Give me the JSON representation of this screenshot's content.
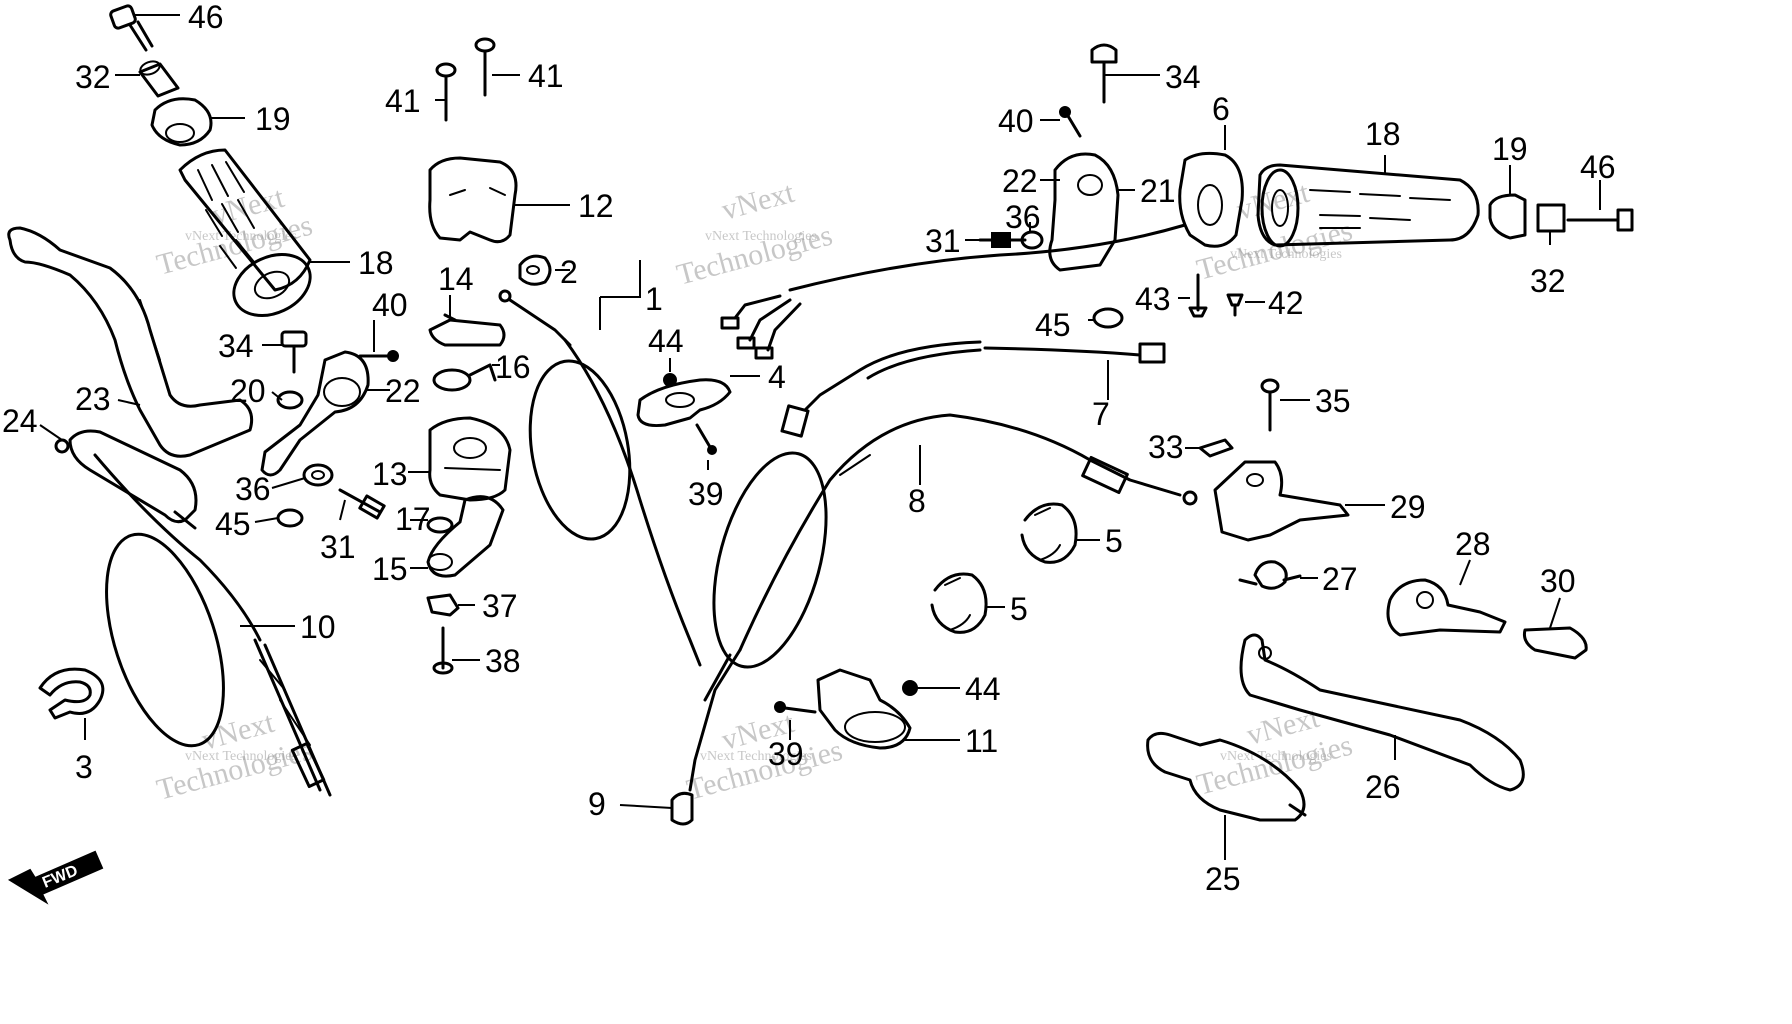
{
  "diagram": {
    "labels": {
      "p46a": "46",
      "p32a": "32",
      "p19a": "19",
      "p18a": "18",
      "p34a": "34",
      "p40a": "40",
      "p20": "20",
      "p22a": "22",
      "p23": "23",
      "p24": "24",
      "p36a": "36",
      "p45a": "45",
      "p31a": "31",
      "p10": "10",
      "p3": "3",
      "p41a": "41",
      "p41b": "41",
      "p12": "12",
      "p14": "14",
      "p16": "16",
      "p13": "13",
      "p17": "17",
      "p15": "15",
      "p37": "37",
      "p38": "38",
      "p2": "2",
      "p1": "1",
      "p44a": "44",
      "p4": "4",
      "p39a": "39",
      "p34b": "34",
      "p40b": "40",
      "p22b": "22",
      "p21": "21",
      "p36b": "36",
      "p31b": "31",
      "p6": "6",
      "p18b": "18",
      "p19b": "19",
      "p46b": "46",
      "p32b": "32",
      "p43": "43",
      "p42": "42",
      "p45b": "45",
      "p7": "7",
      "p35": "35",
      "p33": "33",
      "p29": "29",
      "p8": "8",
      "p5a": "5",
      "p5b": "5",
      "p27": "27",
      "p28": "28",
      "p30": "30",
      "p44b": "44",
      "p11": "11",
      "p39b": "39",
      "p9": "9",
      "p26": "26",
      "p25": "25"
    },
    "fwd_label": "FWD",
    "watermark": {
      "top": "vNext",
      "bottom": "Technologies",
      "small": "vNext Technologies"
    }
  }
}
